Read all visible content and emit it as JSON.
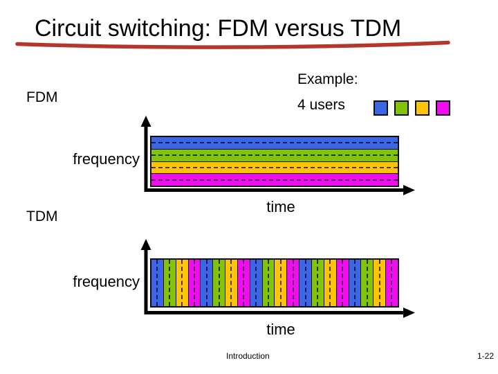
{
  "slide": {
    "title": "Circuit switching: FDM versus TDM",
    "example": {
      "heading": "Example:",
      "subheading": "4 users"
    },
    "footer": {
      "section": "Introduction",
      "page": "1-22"
    }
  },
  "users": [
    {
      "name": "user-blue",
      "color": "#3D66E4",
      "dash_color": "#141B66"
    },
    {
      "name": "user-green",
      "color": "#84C30C",
      "dash_color": "#1C3800"
    },
    {
      "name": "user-yellow",
      "color": "#FFC40A",
      "dash_color": "#463A00"
    },
    {
      "name": "user-magenta",
      "color": "#F00DF0",
      "dash_color": "#55094F"
    }
  ],
  "accent": {
    "underline_color": "#B5372C",
    "axis_color": "#000000"
  },
  "chart_data": [
    {
      "id": "fdm",
      "type": "area",
      "label": "FDM",
      "xlabel": "time",
      "ylabel": "frequency",
      "layout": "horizontal-frequency-bands",
      "bands_top_to_bottom": [
        0,
        1,
        2,
        3
      ]
    },
    {
      "id": "tdm",
      "type": "area",
      "label": "TDM",
      "xlabel": "time",
      "ylabel": "frequency",
      "layout": "vertical-time-slots",
      "slot_count": 20,
      "slot_sequence": [
        0,
        1,
        2,
        3,
        0,
        1,
        2,
        3,
        0,
        1,
        2,
        3,
        0,
        1,
        2,
        3,
        0,
        1,
        2,
        3
      ]
    }
  ]
}
